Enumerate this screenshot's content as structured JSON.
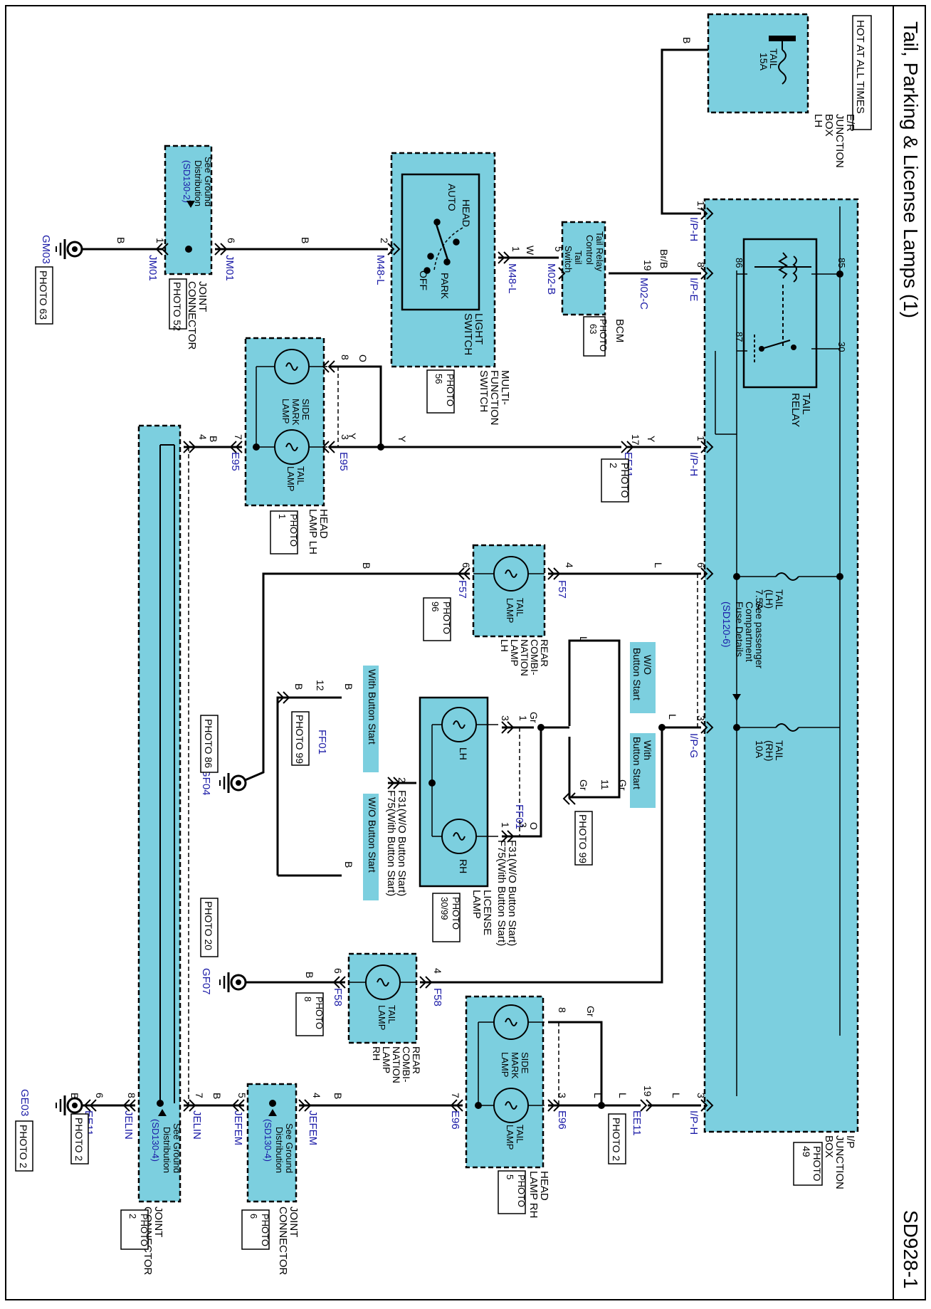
{
  "page": {
    "title": "Tail, Parking & License Lamps (1)",
    "code": "SD928-1"
  },
  "components": {
    "hot": "HOT AT ALL TIMES",
    "er_box": [
      "E/R",
      "JUNCTION",
      "BOX",
      "LH"
    ],
    "tail_fuse": [
      "TAIL",
      "15A"
    ],
    "ip_box": [
      "I/P",
      "JUNCTION",
      "BOX"
    ],
    "ip_photo": [
      "PHOTO",
      "49"
    ],
    "tail_relay": [
      "TAIL",
      "RELAY"
    ],
    "relay_pins": [
      "85",
      "86",
      "87",
      "30"
    ],
    "fuse_lh": [
      "TAIL",
      "(LH)",
      "7.5A"
    ],
    "fuse_rh": [
      "TAIL",
      "(RH)",
      "10A"
    ],
    "see_passenger": [
      "See passenger",
      "Compartment",
      "Fuse Details"
    ],
    "see_passenger_ref": "(SD120-6)",
    "bcm": "BCM",
    "bcm_photo": [
      "PHOTO",
      "63"
    ],
    "bcm_inner": [
      "Tail Relay",
      "Control",
      "Tail",
      "Switch"
    ],
    "mfs": [
      "MULTI-",
      "FUNCTION",
      "SWITCH"
    ],
    "light_switch": [
      "LIGHT",
      "SWITCH"
    ],
    "mfs_photo": [
      "PHOTO",
      "56"
    ],
    "switch_positions": [
      "HEAD",
      "AUTO",
      "PARK",
      "OFF"
    ],
    "joint_connector": [
      "JOINT",
      "CONNECTOR"
    ],
    "jm01_photo": "PHOTO 52",
    "see_ground": [
      "See Ground",
      "Distribution"
    ],
    "see_ground_ref_1": "(SD130-2)",
    "see_ground_ref_2": "(SD130-4)",
    "head_lamp_lh": [
      "HEAD",
      "LAMP LH"
    ],
    "head_lamp_rh": [
      "HEAD",
      "LAMP RH"
    ],
    "side_mark": [
      "SIDE",
      "MARK",
      "LAMP"
    ],
    "tail_lamp": [
      "TAIL",
      "LAMP"
    ],
    "rear_combi_lh": [
      "REAR",
      "COMBI-",
      "NATION",
      "LAMP",
      "LH"
    ],
    "rear_combi_rh": [
      "REAR",
      "COMBI-",
      "NATION",
      "LAMP",
      "RH"
    ],
    "license": [
      "LICENSE",
      "LAMP"
    ],
    "license_lh": "LH",
    "license_rh": "RH",
    "license_photo": [
      "PHOTO",
      "30/99"
    ],
    "wo_button": [
      "W/O",
      "Button Start"
    ],
    "with_button": [
      "With",
      "Button Start"
    ],
    "with_button_1": "With Button Start",
    "wo_button_1": "W/O Button Start",
    "f31_top": [
      "F31(W/O Button Start)",
      "F75(With Button Start)"
    ],
    "f31_bot": [
      "F31(W/O Button Start)",
      "F75(With Button Start)"
    ],
    "photo_1": [
      "PHOTO",
      "1"
    ],
    "photo_2": [
      "PHOTO",
      "2"
    ],
    "photo_5": [
      "PHOTO",
      "5"
    ],
    "photo_6": [
      "PHOTO",
      "6"
    ],
    "photo_8": [
      "PHOTO",
      "8"
    ],
    "photo_96": [
      "PHOTO",
      "96"
    ],
    "photo_99": "PHOTO 99",
    "photo_2_line": "PHOTO 2",
    "photo_20": "PHOTO 20",
    "photo_86": "PHOTO 86",
    "photo_63": "PHOTO 63"
  },
  "connectors": {
    "ipH": "I/P-H",
    "ipE": "I/P-E",
    "ipG": "I/P-G",
    "m02c": "M02-C",
    "m02b": "M02-B",
    "m48l": "M48-L",
    "jm01": "JM01",
    "gm03": "GM03",
    "ee11": "EE11",
    "e95": "E95",
    "e96": "E96",
    "f57": "F57",
    "f58": "F58",
    "ff01": "FF01",
    "gf04": "GF04",
    "gf07": "GF07",
    "jefem": "JEFEM",
    "jelin": "JELIN",
    "ge03": "GE03"
  },
  "wires": {
    "B": "B",
    "W": "W",
    "BrB": "Br/B",
    "Y": "Y",
    "O": "O",
    "L": "L",
    "Gr": "Gr"
  },
  "pins": {
    "p1": "1",
    "p2": "2",
    "p3": "3",
    "p4": "4",
    "p5": "5",
    "p6": "6",
    "p7": "7",
    "p8": "8",
    "p11": "11",
    "p12": "12",
    "p17": "17",
    "p19": "19"
  },
  "colors": {
    "component_fill": "#7ccfdf",
    "wire": "#000000",
    "connector_text": "#1a1aa6",
    "frame": "#000000"
  }
}
